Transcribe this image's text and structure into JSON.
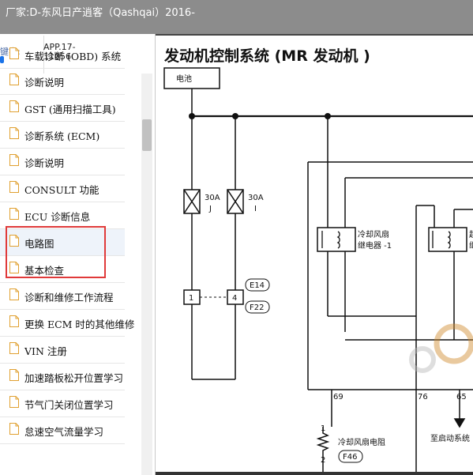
{
  "window": {
    "title": "厂家:D-东风日产逍客（Qashqai）2016-"
  },
  "sidebar": {
    "keyword_label": "键字:",
    "app_code": [
      "APP.17-",
      "11056"
    ],
    "items": [
      {
        "label": "车载诊断 (OBD) 系统"
      },
      {
        "label": "诊断说明"
      },
      {
        "label": "GST (通用扫描工具)"
      },
      {
        "label": "诊断系统 (ECM)"
      },
      {
        "label": "诊断说明"
      },
      {
        "label": "CONSULT 功能"
      },
      {
        "label": "ECU 诊断信息"
      },
      {
        "label": "电路图"
      },
      {
        "label": "基本检查"
      },
      {
        "label": "诊断和维修工作流程"
      },
      {
        "label": "更换 ECM 时的其他维修"
      },
      {
        "label": "VIN 注册"
      },
      {
        "label": "加速踏板松开位置学习"
      },
      {
        "label": "节气门关闭位置学习"
      },
      {
        "label": "怠速空气流量学习"
      }
    ],
    "highlight_color": "#e03a3a"
  },
  "document": {
    "title": "发动机控制系统 (MR 发动机 )",
    "labels": {
      "battery": "电池",
      "fuse1_rating": "30A",
      "fuse1_id": "J",
      "fuse2_rating": "30A",
      "fuse2_id": "I",
      "terminal1": "1",
      "terminal4": "4",
      "conn_e14": "E14",
      "conn_f22": "F22",
      "relay1": [
        "冷却风扇",
        "继电器 -1"
      ],
      "relay2_partial": [
        "起",
        "继"
      ],
      "pin69": "69",
      "pin76": "76",
      "pin65": "65",
      "pin1": "1",
      "pin2": "2",
      "resistor": "冷却风扇电阻",
      "conn_f46": "F46",
      "to_starter": "至启动系统"
    }
  }
}
